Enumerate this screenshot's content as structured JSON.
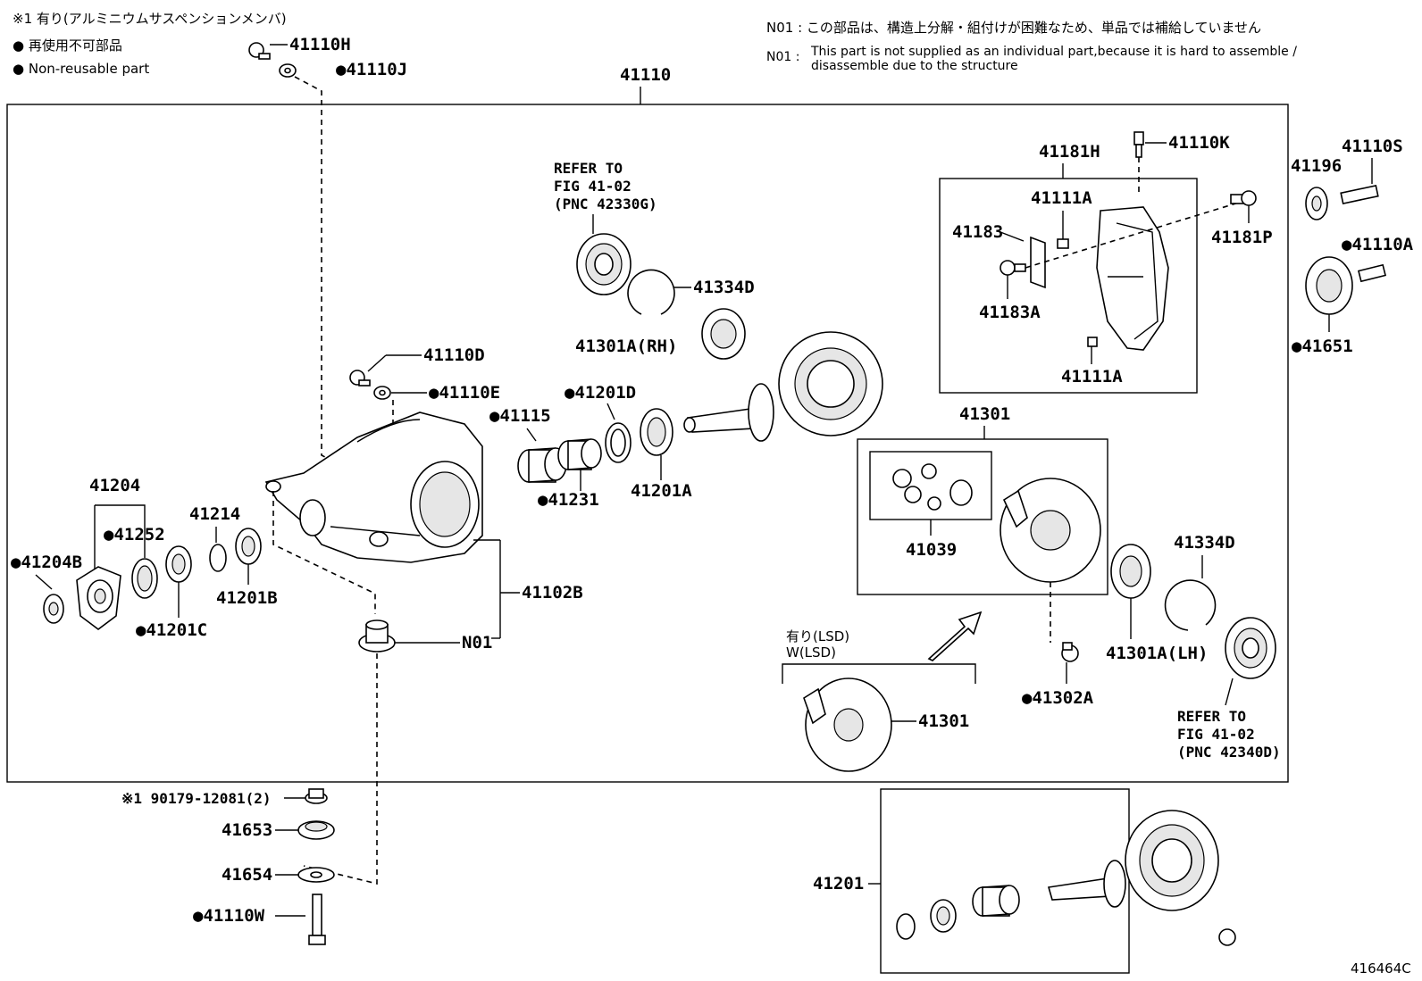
{
  "header": {
    "note_jp": "※1 有り(アルミニウムサスペンションメンバ)",
    "legend_jp": "● 再使用不可部品",
    "legend_en": "● Non-reusable part",
    "n01_jp": "N01 : この部品は、構造上分解・組付けが困難なため、単品では補給していません",
    "n01_en_prefix": "N01 :",
    "n01_en_line1": "This part is not supplied as an individual part,because it is hard to assemble /",
    "n01_en_line2": "disassemble due to the structure"
  },
  "labels": {
    "41110": "41110",
    "41110H": "41110H",
    "41110J": "●41110J",
    "41110D": "41110D",
    "41110E": "●41110E",
    "41204": "41204",
    "41252": "●41252",
    "41204B": "●41204B",
    "41214": "41214",
    "41201B": "41201B",
    "41201C": "●41201C",
    "41102B": "41102B",
    "N01": "N01",
    "41115": "●41115",
    "41231": "●41231",
    "41201D": "●41201D",
    "41201A": "41201A",
    "refer_top_1": "REFER TO",
    "refer_top_2": "FIG 41-02",
    "refer_top_3": "(PNC 42330G)",
    "41334D_top": "41334D",
    "41301A_RH": "41301A(RH)",
    "41181H": "41181H",
    "41110K": "41110K",
    "41111A_top": "41111A",
    "41183": "41183",
    "41183A": "41183A",
    "41111A_bottom": "41111A",
    "41181P": "41181P",
    "41196": "41196",
    "41110S": "41110S",
    "41110A": "●41110A",
    "41651": "●41651",
    "41301_box": "41301",
    "41039": "41039",
    "41334D_right": "41334D",
    "41301A_LH": "41301A(LH)",
    "41302A": "●41302A",
    "refer_bot_1": "REFER TO",
    "refer_bot_2": "FIG 41-02",
    "refer_bot_3": "(PNC 42340D)",
    "lsd_jp": "有り(LSD)",
    "lsd_en": "W(LSD)",
    "41301_lsd": "41301",
    "90179": "※1 90179-12081(2)",
    "41653": "41653",
    "41654": "41654",
    "41110W": "●41110W",
    "41201": "41201",
    "figure_id": "416464C"
  }
}
